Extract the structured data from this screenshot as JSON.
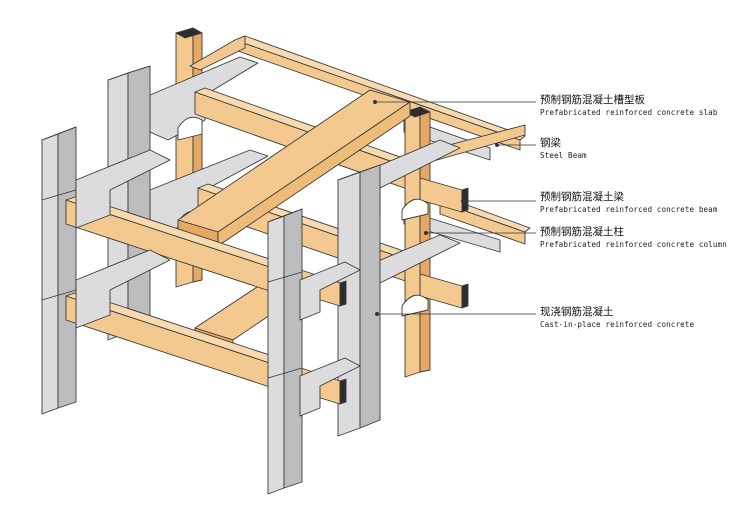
{
  "colors": {
    "concrete": "#dcdcde",
    "concrete_side": "#bdbdc0",
    "wood": "#f3c98f",
    "wood_side": "#e6a964",
    "cap": "#2d2d2d",
    "outline": "#3a3a3a",
    "leader": "#333333"
  },
  "labels": {
    "slab": {
      "zh": "预制钢筋混凝土槽型板",
      "en": "Prefabricated reinforced concrete slab"
    },
    "steel": {
      "zh": "钢梁",
      "en": "Steel Beam"
    },
    "pc_beam": {
      "zh": "预制钢筋混凝土梁",
      "en": "Prefabricated reinforced concrete beam"
    },
    "pc_column": {
      "zh": "预制钢筋混凝土柱",
      "en": "Prefabricated reinforced concrete column"
    },
    "cast": {
      "zh": "现浇钢筋混凝土",
      "en": "Cast-in-place reinforced concrete"
    }
  }
}
